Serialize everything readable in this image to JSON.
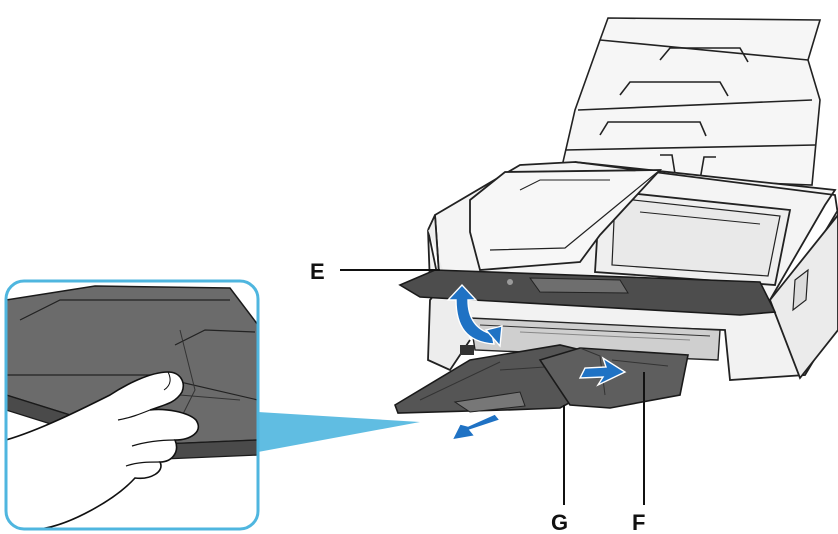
{
  "labels": {
    "e": "E",
    "f": "F",
    "g": "G"
  },
  "colors": {
    "callout_blue": "#4fb6df",
    "arrow_blue": "#1f72c4",
    "printer_outline": "#222222",
    "printer_fill": "#f2f2f2",
    "tray_fill": "#5a5a5a",
    "inset_tray": "#6b6b6b"
  },
  "icons": [
    "printer-illustration",
    "paper-support",
    "output-tray",
    "tray-extension",
    "hand",
    "rotate-arrow",
    "pull-arrow"
  ]
}
